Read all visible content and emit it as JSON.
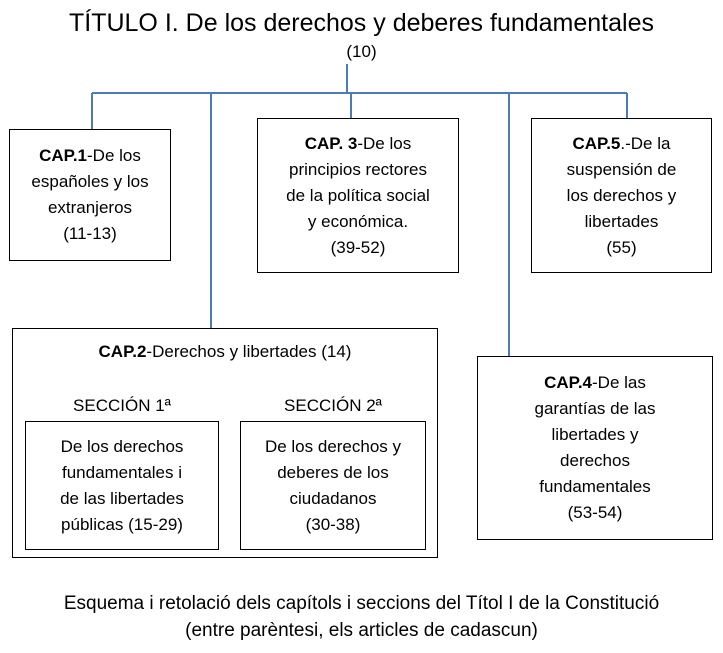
{
  "title": "TÍTULO I. De los derechos y deberes fundamentales",
  "subtitle": "(10)",
  "colors": {
    "connector": "#4f7bb5",
    "border": "#000000",
    "text": "#000000"
  },
  "chapters": {
    "cap1": {
      "prefix": "CAP.1",
      "rest": "-De los",
      "lines": [
        "españoles y los",
        "extranjeros"
      ],
      "articles": "(11-13)"
    },
    "cap3": {
      "prefix": "CAP. 3",
      "rest": "-De los",
      "lines": [
        "principios rectores",
        "de la política social",
        "y económica."
      ],
      "articles": "(39-52)"
    },
    "cap5": {
      "prefix": "CAP.5",
      "rest": ".-De la",
      "lines": [
        "suspensión de",
        "los derechos y",
        "libertades"
      ],
      "articles": "(55)"
    },
    "cap2": {
      "prefix": "CAP.2",
      "rest": "-Derechos y libertades (14)",
      "sec1": {
        "label": "SECCIÓN 1ª",
        "lines": [
          "De los derechos",
          "fundamentales i",
          "de las libertades",
          "públicas (15-29)"
        ]
      },
      "sec2": {
        "label": "SECCIÓN 2ª",
        "lines": [
          "De los derechos y",
          "deberes de los",
          "ciudadanos"
        ],
        "articles": "(30-38)"
      }
    },
    "cap4": {
      "prefix": "CAP.4",
      "rest": "-De las",
      "lines": [
        "garantías de las",
        "libertades y",
        "derechos",
        "fundamentales"
      ],
      "articles": "(53-54)"
    }
  },
  "caption": {
    "line1": "Esquema i retolació dels capítols i seccions del Títol I de la Constitució",
    "line2": "(entre parèntesi, els articles de cadascun)"
  }
}
